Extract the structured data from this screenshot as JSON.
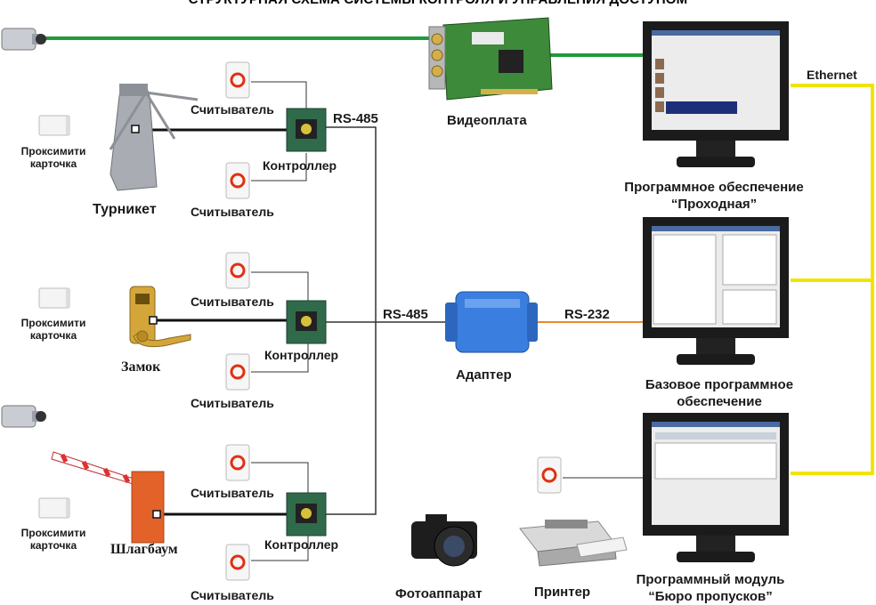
{
  "title": "СТРУКТУРНАЯ СХЕМА СИСТЕМЫ КОНТРОЛЯ И УПРАВЛЕНИЯ ДОСТУПОМ",
  "colors": {
    "video_line": "#1f9a3c",
    "ethernet_line": "#f2e400",
    "rs232_line": "#e88a2e",
    "rs485_line": "#333333",
    "adapter": "#3a7fe0",
    "barrier": "#e2622a"
  },
  "labels": {
    "reader": "Считыватель",
    "controller": "Контроллер",
    "proximity_card": [
      "Проксимити",
      "карточка"
    ],
    "turnstile": "Турникет",
    "lock": "Замок",
    "barrier": "Шлагбаум",
    "rs485_top": "RS-485",
    "rs485_mid": "RS-485",
    "rs232": "RS-232",
    "adapter": "Адаптер",
    "video_card": "Видеоплата",
    "ethernet": "Ethernet",
    "software_1": [
      "Программное обеспечение",
      "“Проходная”"
    ],
    "software_2": [
      "Базовое программное",
      "обеспечение"
    ],
    "software_3": [
      "Программный модуль",
      "“Бюро пропусков”"
    ],
    "camera": "Фотоаппарат",
    "printer": "Принтер"
  }
}
